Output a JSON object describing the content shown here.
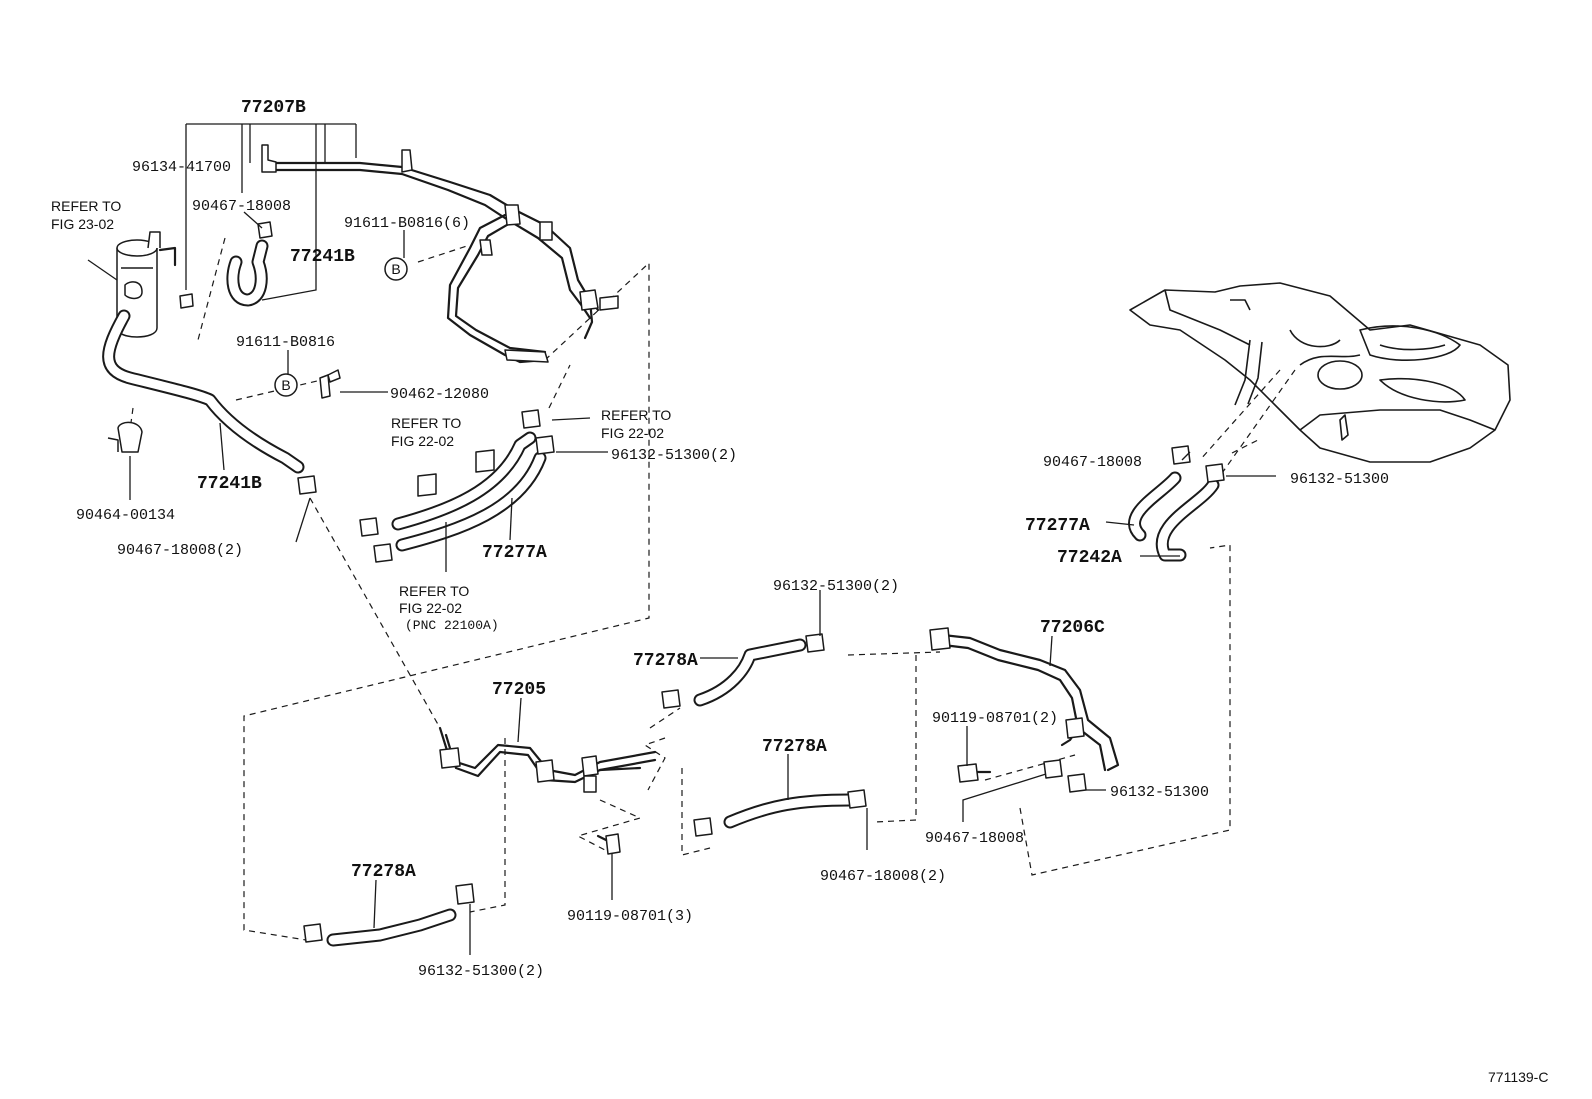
{
  "diagram_id": "771139-C",
  "labels": {
    "p77207B": "77207B",
    "p96134_41700": "96134-41700",
    "p90467_18008_top": "90467-18008",
    "p77241B_top": "77241B",
    "p91611_B0816_6": "91611-B0816(6)",
    "p91611_B0816": "91611-B0816",
    "p90462_12080": "90462-12080",
    "p77241B_mid": "77241B",
    "p90464_00134": "90464-00134",
    "p90467_18008_2_left": "90467-18008(2)",
    "p96132_51300_2_top": "96132-51300(2)",
    "p77277A_mid": "77277A",
    "p90467_18008_right": "90467-18008",
    "p96132_51300_right": "96132-51300",
    "p77277A_right": "77277A",
    "p77242A": "77242A",
    "p96132_51300_2_midtop": "96132-51300(2)",
    "p77278A_1": "77278A",
    "p77206C": "77206C",
    "p77205": "77205",
    "p90119_08701_2": "90119-08701(2)",
    "p77278A_2": "77278A",
    "p96132_51300_lowright": "96132-51300",
    "p90467_18008_lowright": "90467-18008",
    "p90467_18008_2_bottom": "90467-18008(2)",
    "p77278A_3": "77278A",
    "p90119_08701_3": "90119-08701(3)",
    "p96132_51300_2_bottom": "96132-51300(2)"
  },
  "references": {
    "ref1_line1": "REFER TO",
    "ref1_line2": "FIG 23-02",
    "ref2_line1": "REFER TO",
    "ref2_line2": "FIG 22-02",
    "ref3_line1": "REFER TO",
    "ref3_line2": "FIG 22-02",
    "ref4_line1": "REFER TO",
    "ref4_line2": "FIG 22-02",
    "ref4_line3": "(PNC 22100A)"
  },
  "callouts": {
    "b1": "B",
    "b2": "B"
  }
}
